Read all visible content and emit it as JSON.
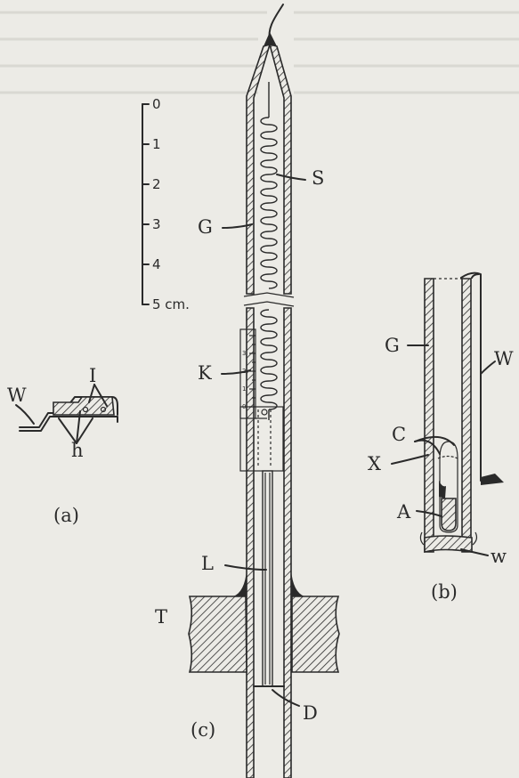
{
  "scale": {
    "ticks": [
      "0",
      "1",
      "2",
      "3",
      "4",
      "5 cm."
    ]
  },
  "labels": {
    "S": "S",
    "G_c": "G",
    "K": "K",
    "L": "L",
    "T": "T",
    "D": "D",
    "W_a": "W",
    "I": "I",
    "h": "h",
    "G_b": "G",
    "W_b": "W",
    "C": "C",
    "X": "X",
    "A": "A",
    "w": "w"
  },
  "captions": {
    "a": "(a)",
    "b": "(b)",
    "c": "(c)"
  },
  "k_scale": [
    "0",
    "1",
    "2",
    "3"
  ]
}
